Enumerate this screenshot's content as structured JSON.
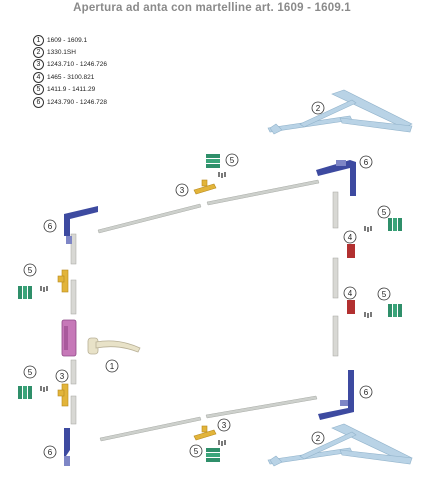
{
  "title": "Apertura ad anta con martelline art. 1609 - 1609.1",
  "legend": [
    {
      "num": "1",
      "code": "1609 - 1609.1"
    },
    {
      "num": "2",
      "code": "1330.1SH"
    },
    {
      "num": "3",
      "code": "1243.710 - 1246.726"
    },
    {
      "num": "4",
      "code": "1465 - 3100.821"
    },
    {
      "num": "5",
      "code": "1411.9 - 1411.29"
    },
    {
      "num": "6",
      "code": "1243.790 - 1246.728"
    }
  ],
  "callouts": {
    "c1": "1",
    "c2a": "2",
    "c2b": "2",
    "c3a": "3",
    "c3b": "3",
    "c3c": "3",
    "c4a": "4",
    "c4b": "4",
    "c5a": "5",
    "c5b": "5",
    "c5c": "5",
    "c5d": "5",
    "c5e": "5",
    "c5f": "5",
    "c6a": "6",
    "c6b": "6",
    "c6c": "6",
    "c6d": "6"
  },
  "colors": {
    "stay_arm": "#b9d3e6",
    "corner": "#3d4aa0",
    "keeper_green": "#2f8f6a",
    "lock_yellow": "#e2b43a",
    "block_red": "#b23030",
    "handle_box": "#c678b8",
    "rod": "#cdd0cc"
  }
}
